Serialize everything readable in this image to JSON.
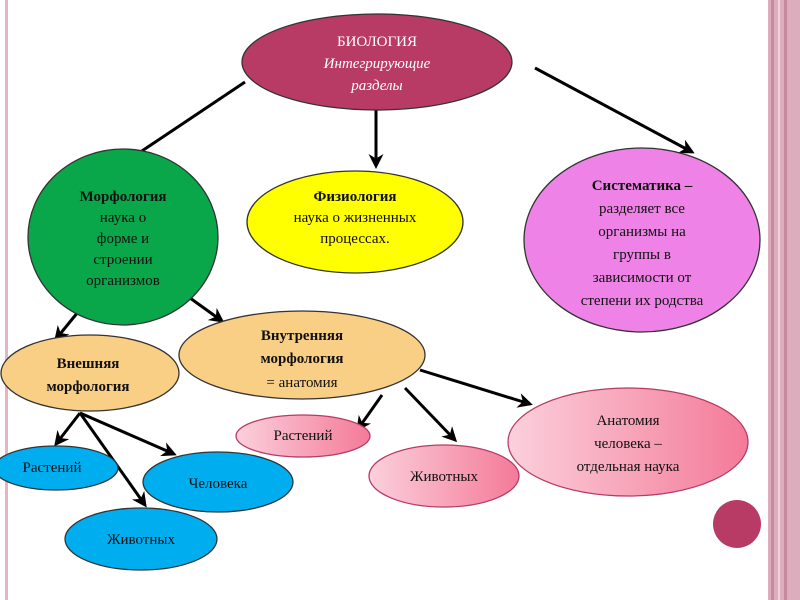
{
  "colors": {
    "biology": "#b83b66",
    "morphology": "#0aa64a",
    "physiology": "#ffff00",
    "systematics": "#ee82e6",
    "orange": "#f9cf86",
    "blue": "#00adef",
    "pink": "#f6a7bd",
    "accent_circle": "#b83b66"
  },
  "root": {
    "title": "БИОЛОГИЯ",
    "subtitle1": "Интегрирующие",
    "subtitle2": "разделы"
  },
  "morphology": {
    "title": "Морфология",
    "lines": [
      "наука о",
      "форме и",
      "строении",
      "организмов"
    ]
  },
  "physiology": {
    "title": "Физиология",
    "lines": [
      "наука о жизненных",
      "процессах."
    ]
  },
  "systematics": {
    "title": "Систематика –",
    "lines": [
      "разделяет все",
      "организмы на",
      "группы в",
      "зависимости от",
      "степени их родства"
    ]
  },
  "external": {
    "line1": "Внешняя",
    "line2": "морфология"
  },
  "internal": {
    "line1": "Внутренняя",
    "line2": "морфология",
    "line3": "= анатомия"
  },
  "external_children": {
    "plants": "Растений",
    "human": "Человека",
    "animals": "Животных"
  },
  "internal_children": {
    "plants": "Растений",
    "animals": "Животных",
    "human_anatomy": [
      "Анатомия",
      "человека –",
      "отдельная наука"
    ]
  }
}
